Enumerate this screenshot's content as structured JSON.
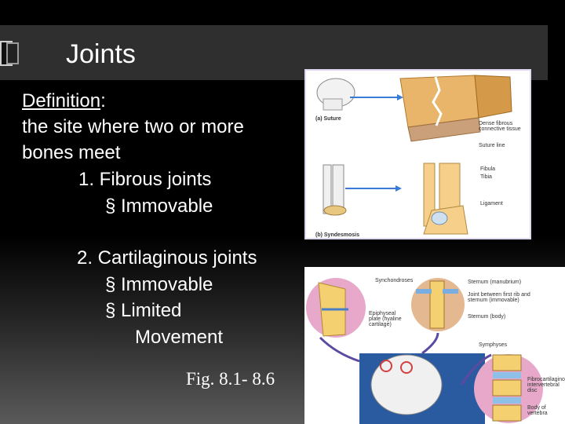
{
  "title": "Joints",
  "definition_label": "Definition",
  "definition_colon": ":",
  "definition_line1": "the site where two or more",
  "definition_line2": "bones meet",
  "item1": "1. Fibrous joints",
  "item1_bullet": "§ Immovable",
  "item2": "2. Cartilaginous joints",
  "item2_bullet1": "§ Immovable",
  "item2_bullet2": "§ Limited",
  "item2_bullet2_cont": "Movement",
  "figure_ref": "Fig. 8.1- 8.6",
  "image_top": {
    "label_suture": "(a) Suture",
    "label_syndesmosis": "(b) Syndesmosis",
    "callouts": [
      "Dense fibrous connective tissue",
      "Suture line",
      "Fibula",
      "Tibia",
      "Ligament"
    ]
  },
  "image_bottom": {
    "label_synchondroses": "Synchondroses",
    "label_symphyses": "Symphyses",
    "callouts": [
      "Sternum (manubrium)",
      "Joint between first rib and sternum (immovable)",
      "Sternum (body)",
      "Epiphyseal plate (hyaline cartilage)",
      "Fibrocartilaginous intervertebral disc",
      "Body of vertebra"
    ]
  }
}
